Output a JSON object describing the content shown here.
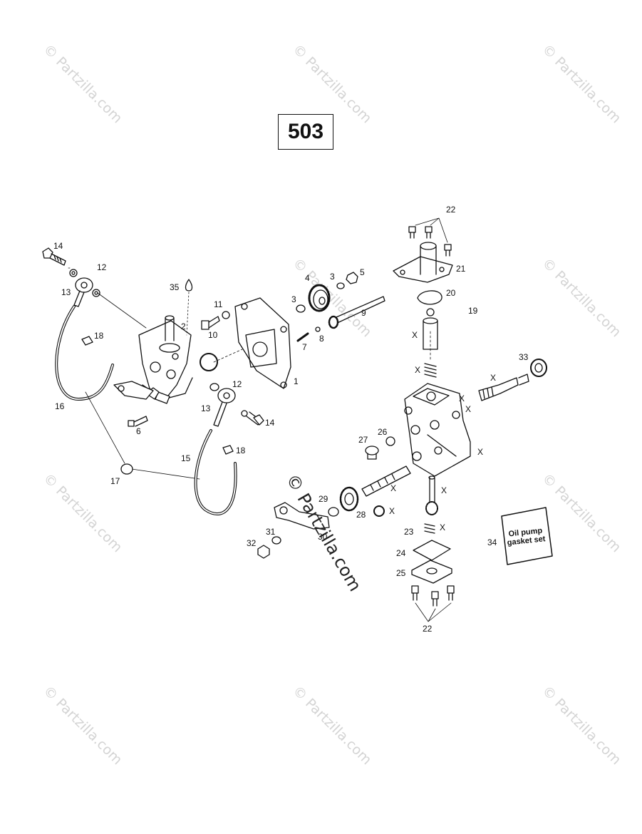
{
  "engine_code": "503",
  "watermark_text": "© Partzilla.com",
  "center_watermark_text": "© Partzilla.com",
  "gasket_set_label": "Oil pump gasket set",
  "legend_x_symbol": "X",
  "callouts": {
    "c1": "1",
    "c2": "2",
    "c3a": "3",
    "c3b": "3",
    "c4": "4",
    "c5": "5",
    "c6": "6",
    "c7": "7",
    "c8": "8",
    "c9": "9",
    "c10": "10",
    "c11": "11",
    "c12a": "12",
    "c12b": "12",
    "c13a": "13",
    "c13b": "13",
    "c14a": "14",
    "c14b": "14",
    "c15": "15",
    "c16": "16",
    "c17": "17",
    "c18a": "18",
    "c18b": "18",
    "c19": "19",
    "c20": "20",
    "c21": "21",
    "c22a": "22",
    "c22b": "22",
    "c23": "23",
    "c24": "24",
    "c25": "25",
    "c26": "26",
    "c27": "27",
    "c28": "28",
    "c29": "29",
    "c30": "30",
    "c31": "31",
    "c32": "32",
    "c33": "33",
    "c34": "34",
    "c35": "35"
  }
}
